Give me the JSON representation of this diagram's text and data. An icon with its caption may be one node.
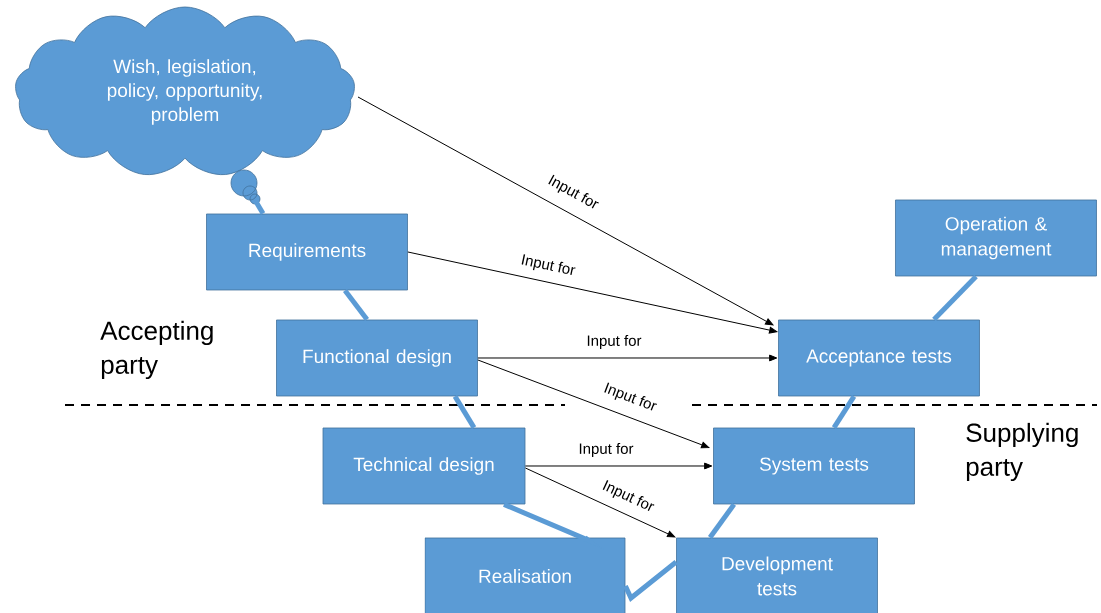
{
  "diagram": {
    "nodes": [
      {
        "text": [
          "Wish, legislation, policy, opportunity, problem"
        ]
      },
      {
        "text": [
          "Requirements"
        ]
      },
      {
        "text": [
          "Functional design"
        ]
      },
      {
        "text": [
          "Technical design"
        ]
      },
      {
        "text": [
          "Realisation"
        ]
      },
      {
        "text": [
          "Development tests"
        ]
      },
      {
        "text": [
          "System tests"
        ]
      },
      {
        "text": [
          "Acceptance tests"
        ]
      },
      {
        "text": [
          "Operation & management"
        ]
      }
    ],
    "edges": [
      {
        "from": 0,
        "to": 1,
        "arrow": "none",
        "color": "#5b9bd5"
      },
      {
        "from": 1,
        "to": 2,
        "arrow": "none",
        "color": "#5b9bd5"
      },
      {
        "from": 2,
        "to": 3,
        "arrow": "none",
        "color": "#5b9bd5"
      },
      {
        "from": 3,
        "to": 4,
        "arrow": "none",
        "color": "#5b9bd5"
      },
      {
        "from": 4,
        "to": 5,
        "arrow": "none",
        "color": "#5b9bd5"
      },
      {
        "from": 5,
        "to": 6,
        "arrow": "none",
        "color": "#5b9bd5"
      },
      {
        "from": 6,
        "to": 7,
        "arrow": "none",
        "color": "#5b9bd5"
      },
      {
        "from": 7,
        "to": 8,
        "arrow": "none",
        "color": "#5b9bd5"
      },
      {
        "from": 0,
        "to": 7,
        "arrow": "to",
        "label": "Input for",
        "color": "#000000"
      },
      {
        "from": 1,
        "to": 7,
        "arrow": "to",
        "label": "Input for",
        "color": "#000000"
      },
      {
        "from": 2,
        "to": 7,
        "arrow": "to",
        "label": "Input for",
        "color": "#000000"
      },
      {
        "from": 2,
        "to": 6,
        "arrow": "to",
        "label": "Input for",
        "color": "#000000"
      },
      {
        "from": 3,
        "to": 6,
        "arrow": "to",
        "label": "Input for",
        "color": "#000000"
      },
      {
        "from": 3,
        "to": 5,
        "arrow": "to",
        "label": "Input for",
        "color": "#000000"
      }
    ],
    "labels": [
      "Accepting party",
      "Supplying party"
    ]
  }
}
